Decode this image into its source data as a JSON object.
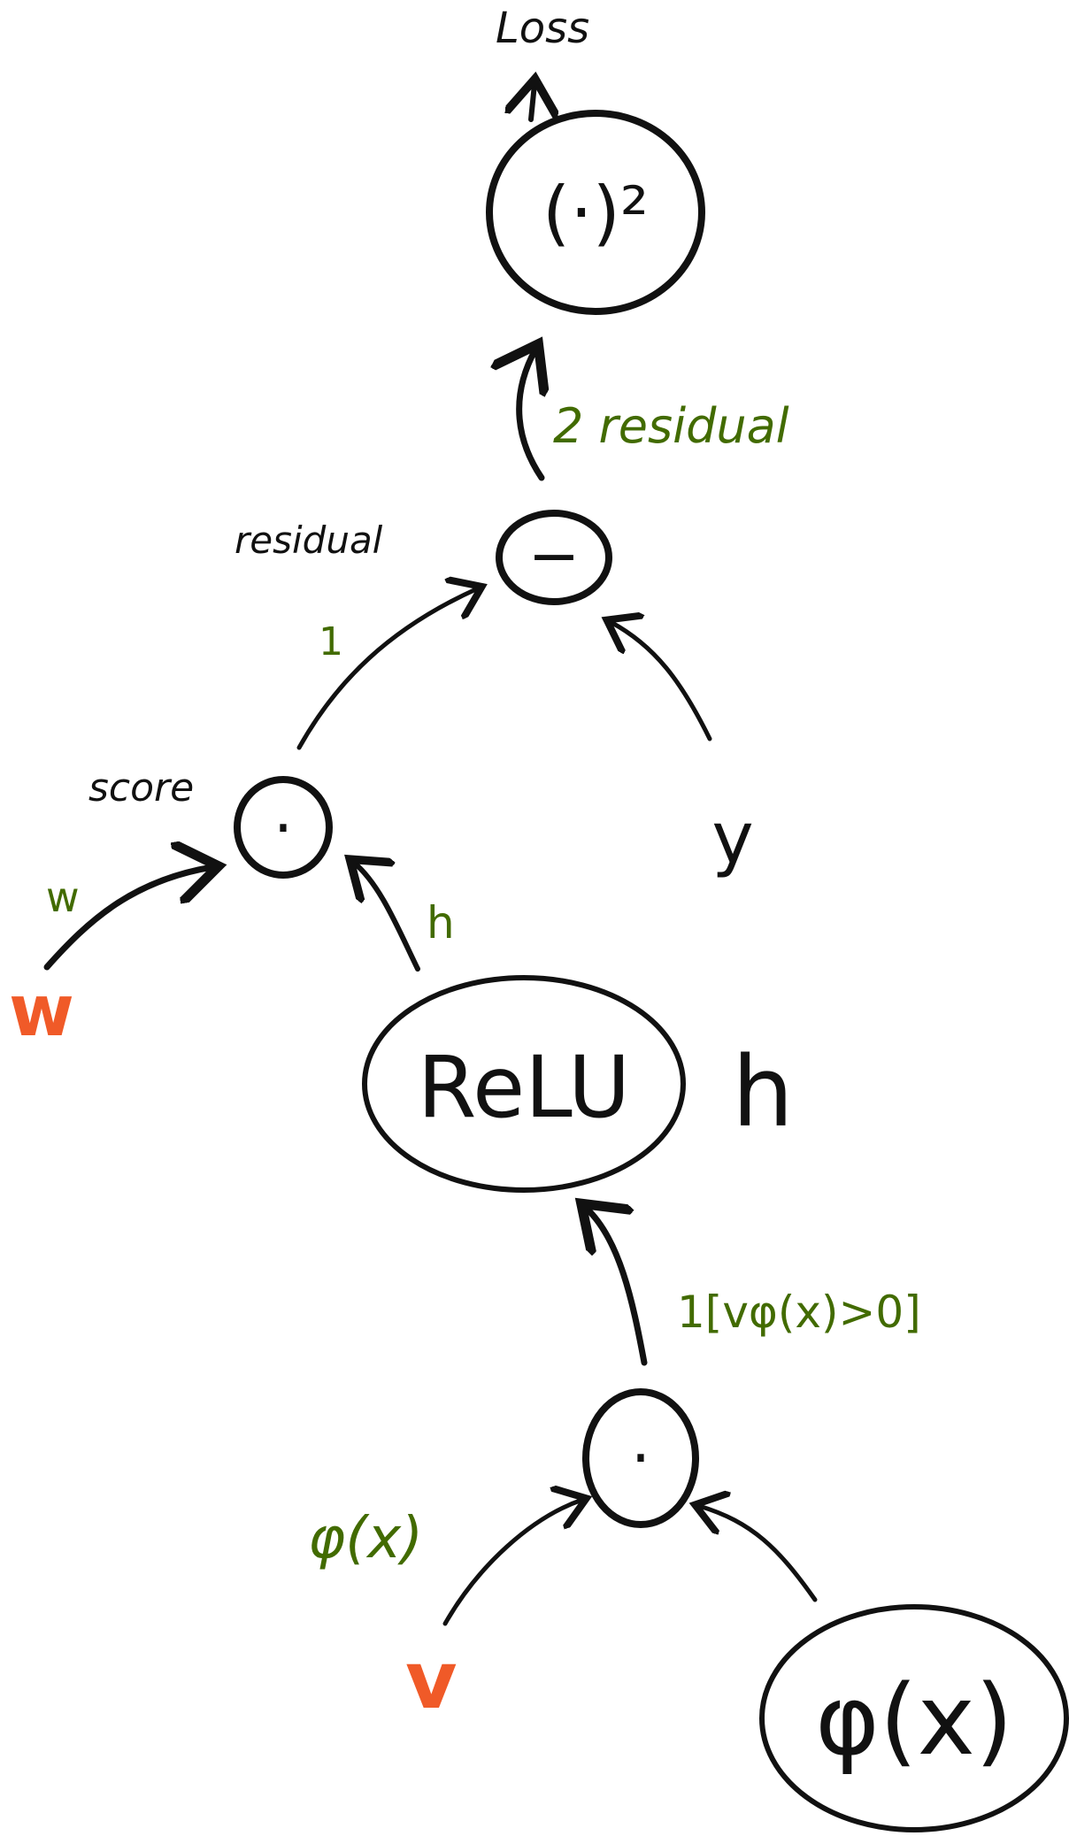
{
  "colors": {
    "ink": "#111111",
    "gradient": "#426b00",
    "parameter": "#f05a28"
  },
  "nodes": {
    "loss_label": "Loss",
    "square": "(·)²",
    "minus": "−",
    "score_op": "·",
    "score_label": "score",
    "residual_label": "residual",
    "y": "y",
    "relu": "ReLU",
    "h_label": "h",
    "dot_op": "·",
    "phi": "φ(x)"
  },
  "parameters": {
    "w": "w",
    "v": "v"
  },
  "gradients": {
    "square_to_minus": "2 residual",
    "minus_to_score": "1",
    "score_wrt_w": "h",
    "score_wrt_h": "w",
    "relu_grad": "1[vφ(x)>0]",
    "dot_wrt_v": "φ(x)"
  }
}
